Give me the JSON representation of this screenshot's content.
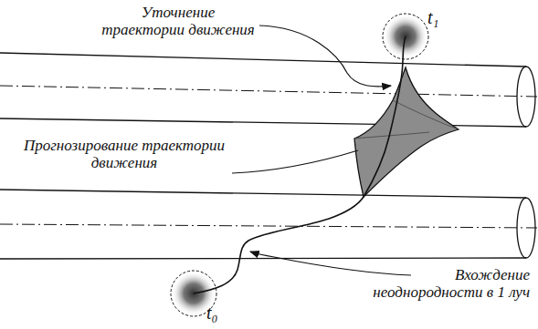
{
  "diagram": {
    "labels": [
      "Уточнение траектории движения",
      "Прогнозирование траектории движения",
      "Вхождение неоднородности в 1 луч",
      "t₁",
      "t₀"
    ]
  }
}
